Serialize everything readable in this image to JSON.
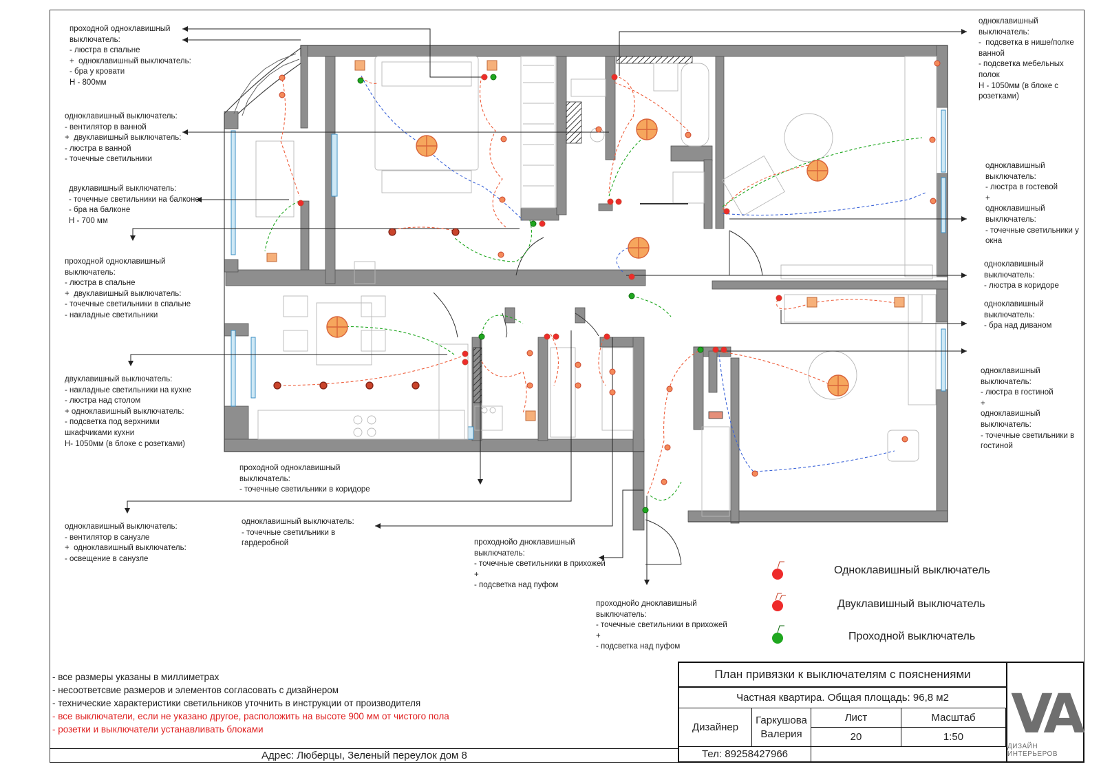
{
  "sheet": {
    "title": "План привязки к выключателям с пояснениями",
    "subtitle": "Частная квартира. Общая площадь: 96,8 м2",
    "designer_label": "Дизайнер",
    "designer_name_1": "Гаркушова",
    "designer_name_2": "Валерия",
    "sheet_label": "Лист",
    "sheet_number": "20",
    "scale_label": "Масштаб",
    "scale_value": "1:50",
    "phone": "Тел: 89258427966",
    "address": "Адрес: Люберцы, Зеленый переулок дом 8",
    "logo_mark": "VA",
    "logo_caption": "ДИЗАЙН ИНТЕРЬЕРОВ"
  },
  "general_notes": [
    {
      "text": "- все размеры указаны в миллиметрах",
      "highlight": false
    },
    {
      "text": "- несоответсвие размеров и элементов согласовать с дизайнером",
      "highlight": false
    },
    {
      "text": "- технические характеристики светильников уточнить в инструкции от производителя",
      "highlight": false
    },
    {
      "text": "- все выключатели, если не указано другое, расположить на высоте 900 мм от чистого пола",
      "highlight": true
    },
    {
      "text": "- розетки и выключатели устанавливать блоками",
      "highlight": false
    }
  ],
  "legend": [
    {
      "label": "Одноклавишный выключатель",
      "color": "#ee2b2b"
    },
    {
      "label": "Двуклавишный выключатель",
      "color": "#ee2b2b"
    },
    {
      "label": "Проходной выключатель",
      "color": "#1fa71f"
    }
  ],
  "notes": [
    {
      "id": "n1",
      "text": "проходной одноклавишный\nвыключатель:\n- люстра в спальне\n+  одноклавишный выключатель:\n- бра у кровати\nН - 800мм"
    },
    {
      "id": "n2",
      "text": "одноклавишный выключатель:\n- вентилятор в ванной\n+  двуклавишный выключатель:\n- люстра в ванной\n- точечные светильники"
    },
    {
      "id": "n3",
      "text": "двуклавишный выключатель:\n- точечные светильники на балконе\n- бра на балконе\nН - 700 мм"
    },
    {
      "id": "n4",
      "text": "проходной одноклавишный\nвыключатель:\n- люстра в спальне\n+  двуклавишный выключатель:\n- точечные светильники в спальне\n- накладные светильники"
    },
    {
      "id": "n5",
      "text": "двуклавишный выключатель:\n- накладные светильники на кухне\n- люстра над столом\n+ одноклавишный выключатель:\n- подсветка под верхними\nшкафчиками кухни\nН- 1050мм (в блоке с розетками)"
    },
    {
      "id": "n6",
      "text": "одноклавишный выключатель:\n- вентилятор в санузле\n+  одноклавишный выключатель:\n- освещение в санузле"
    },
    {
      "id": "n7",
      "text": "проходной одноклавишный\nвыключатель:\n- точечные светильники в коридоре"
    },
    {
      "id": "n8",
      "text": "одноклавишный выключатель:\n- точечные светильники в\nгардеробной"
    },
    {
      "id": "n9",
      "text": "проходнойо дноклавишный\nвыключатель:\n- точечные светильники в прихожей\n+\n- подсветка над пуфом"
    },
    {
      "id": "n10",
      "text": "проходнойо дноклавишный\nвыключатель:\n- точечные светильники в прихожей\n+\n- подсветка над пуфом"
    },
    {
      "id": "n11",
      "text": "одноклавишный\nвыключатель:\n-  подсветка в нише/полке\nванной\n- подсветка мебельных\nполок\nН - 1050мм (в блоке с\nрозетками)"
    },
    {
      "id": "n12",
      "text": "одноклавишный\nвыключатель:\n- люстра в гостевой\n+\nодноклавишный\nвыключатель:\n- точечные светильники у\nокна"
    },
    {
      "id": "n13",
      "text": "одноклавишный\nвыключатель:\n- люстра в коридоре"
    },
    {
      "id": "n14",
      "text": "одноклавишный\nвыключатель:\n- бра над диваном"
    },
    {
      "id": "n15",
      "text": "одноклавишный\nвыключатель:\n- люстра в гостиной\n+\nодноклавишный\nвыключатель:\n- точечные светильники в\nгостиной"
    }
  ]
}
